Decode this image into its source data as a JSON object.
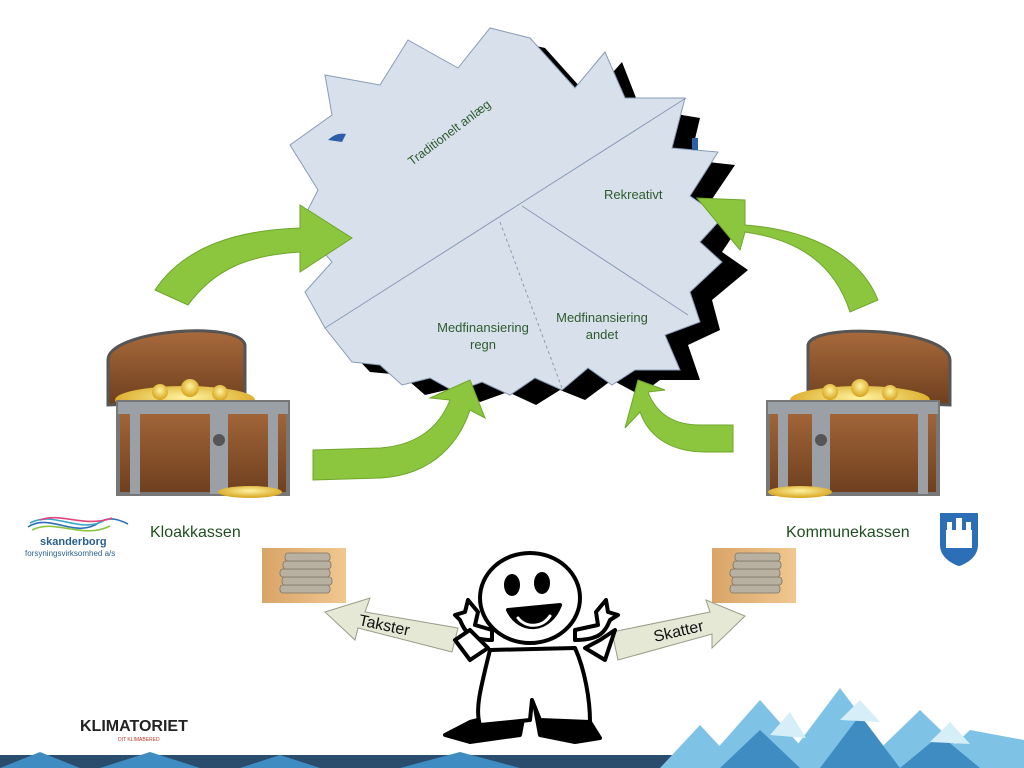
{
  "diagram": {
    "segments": {
      "traditionelt": "Traditionelt anlæg",
      "rekreativt": "Rekreativt",
      "medfin_regn_line1": "Medfinansiering",
      "medfin_regn_line2": "regn",
      "medfin_andet_line1": "Medfinansiering",
      "medfin_andet_line2": "andet"
    },
    "left_fund": "Kloakkassen",
    "right_fund": "Kommunekassen",
    "left_flow": "Takster",
    "right_flow": "Skatter"
  },
  "logos": {
    "skanderborg_name": "skanderborg",
    "skanderborg_sub": "forsyningsvirksomhed a/s",
    "klimatoriet": "KLIMATORIET",
    "klimatoriet_sub": "DIT KLIMABERED"
  },
  "colors": {
    "arrow_green": "#8cc63f",
    "burst_fill": "#d8e0ec",
    "label_green": "#2e5b2e"
  },
  "icons": [
    "treasure-chest-icon",
    "coin-stack-icon",
    "happy-figure-icon",
    "city-crest-icon"
  ]
}
